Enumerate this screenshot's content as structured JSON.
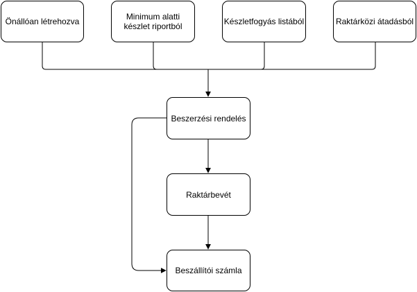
{
  "diagram": {
    "sources": [
      {
        "id": "onalloan",
        "label": "Önállóan létrehozva"
      },
      {
        "id": "minimum",
        "label": "Minimum alatti\nkészlet riportból"
      },
      {
        "id": "keszletfogyas",
        "label": "Készletfogyás listából"
      },
      {
        "id": "raktarkozi",
        "label": "Raktárközi átadásból"
      }
    ],
    "flow": [
      {
        "id": "beszerzesi",
        "label": "Beszerzési rendelés"
      },
      {
        "id": "raktarbevet",
        "label": "Raktárbevét"
      },
      {
        "id": "szallitoi",
        "label": "Beszállítói számla"
      }
    ],
    "colors": {
      "stroke": "#000000",
      "fill": "#ffffff",
      "text": "#000000"
    }
  }
}
